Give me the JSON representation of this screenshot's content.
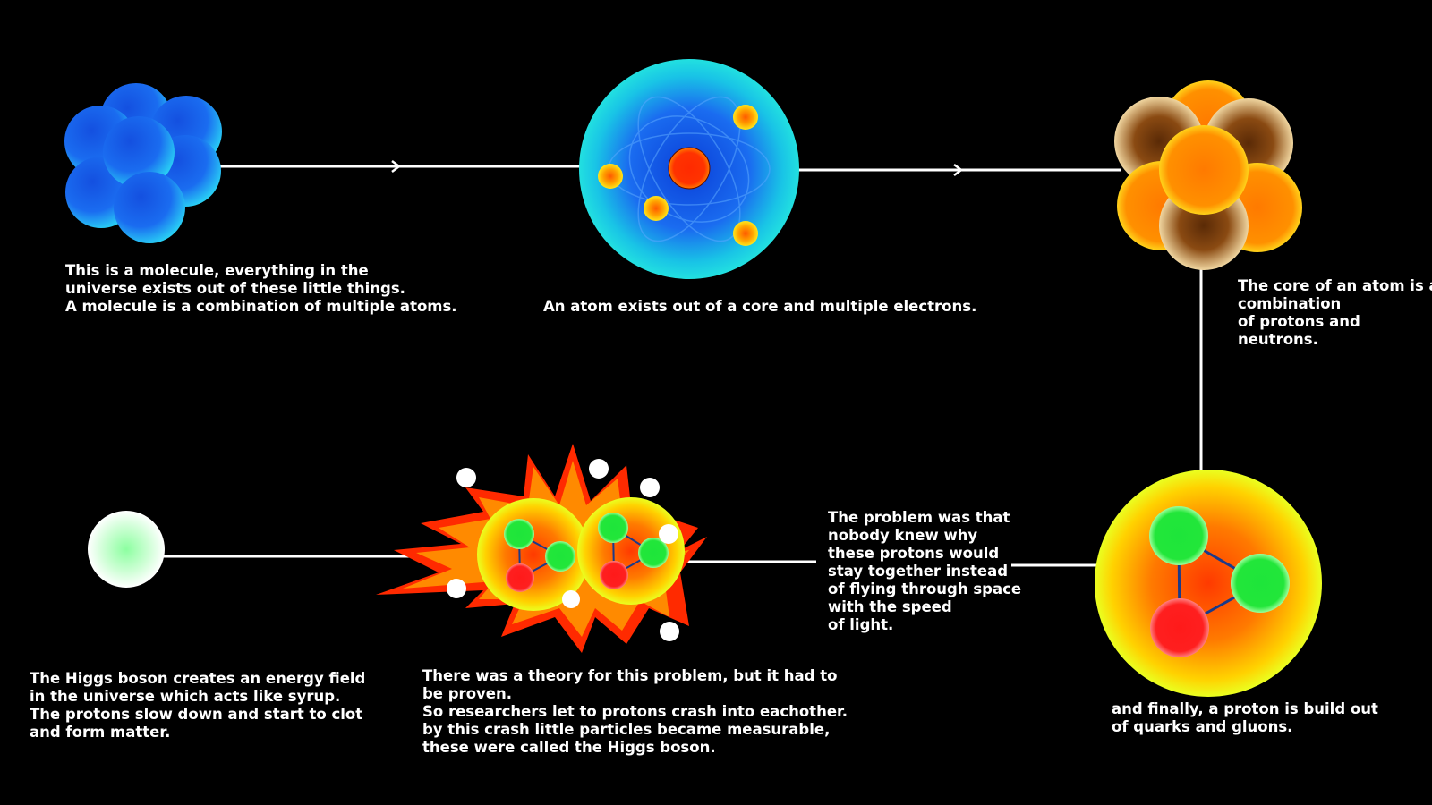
{
  "colors": {
    "background": "#000000",
    "line": "#ffffff",
    "text": "#ffffff",
    "molecule_blue": "#1a6cf0",
    "atom_cyan": "#19d3e6",
    "core_red": "#ff2200",
    "electron_yellow": "#ffd21a",
    "proton_orange": "#ff8a00",
    "neutron_brown": "#7a3d0b",
    "quark_green": "#22e63a",
    "quark_red": "#ff1a1a",
    "higgs_green": "#b8ffc2"
  },
  "captions": {
    "molecule": [
      "This is a molecule, everything in the",
      "universe exists out of these little things.",
      "A molecule is a combination of multiple atoms."
    ],
    "atom": [
      "An atom exists out of a core and multiple electrons."
    ],
    "core": [
      "The core of an atom is a",
      "combination",
      "of protons and",
      "neutrons."
    ],
    "proton": [
      "and finally, a proton is build out",
      "of quarks and gluons."
    ],
    "problem": [
      "The problem was that",
      "nobody knew why",
      "these protons would",
      "stay together instead",
      "of flying through space",
      "with the speed",
      "of light."
    ],
    "theory": [
      "There was a theory for this problem, but it had to",
      "be proven.",
      "So researchers let to protons crash into eachother.",
      "by this crash little particles became measurable,",
      "these were called the Higgs boson."
    ],
    "higgs": [
      "The Higgs boson creates an energy field",
      "in the universe which acts like syrup.",
      "The protons slow down and start to clot",
      "and form matter."
    ]
  }
}
